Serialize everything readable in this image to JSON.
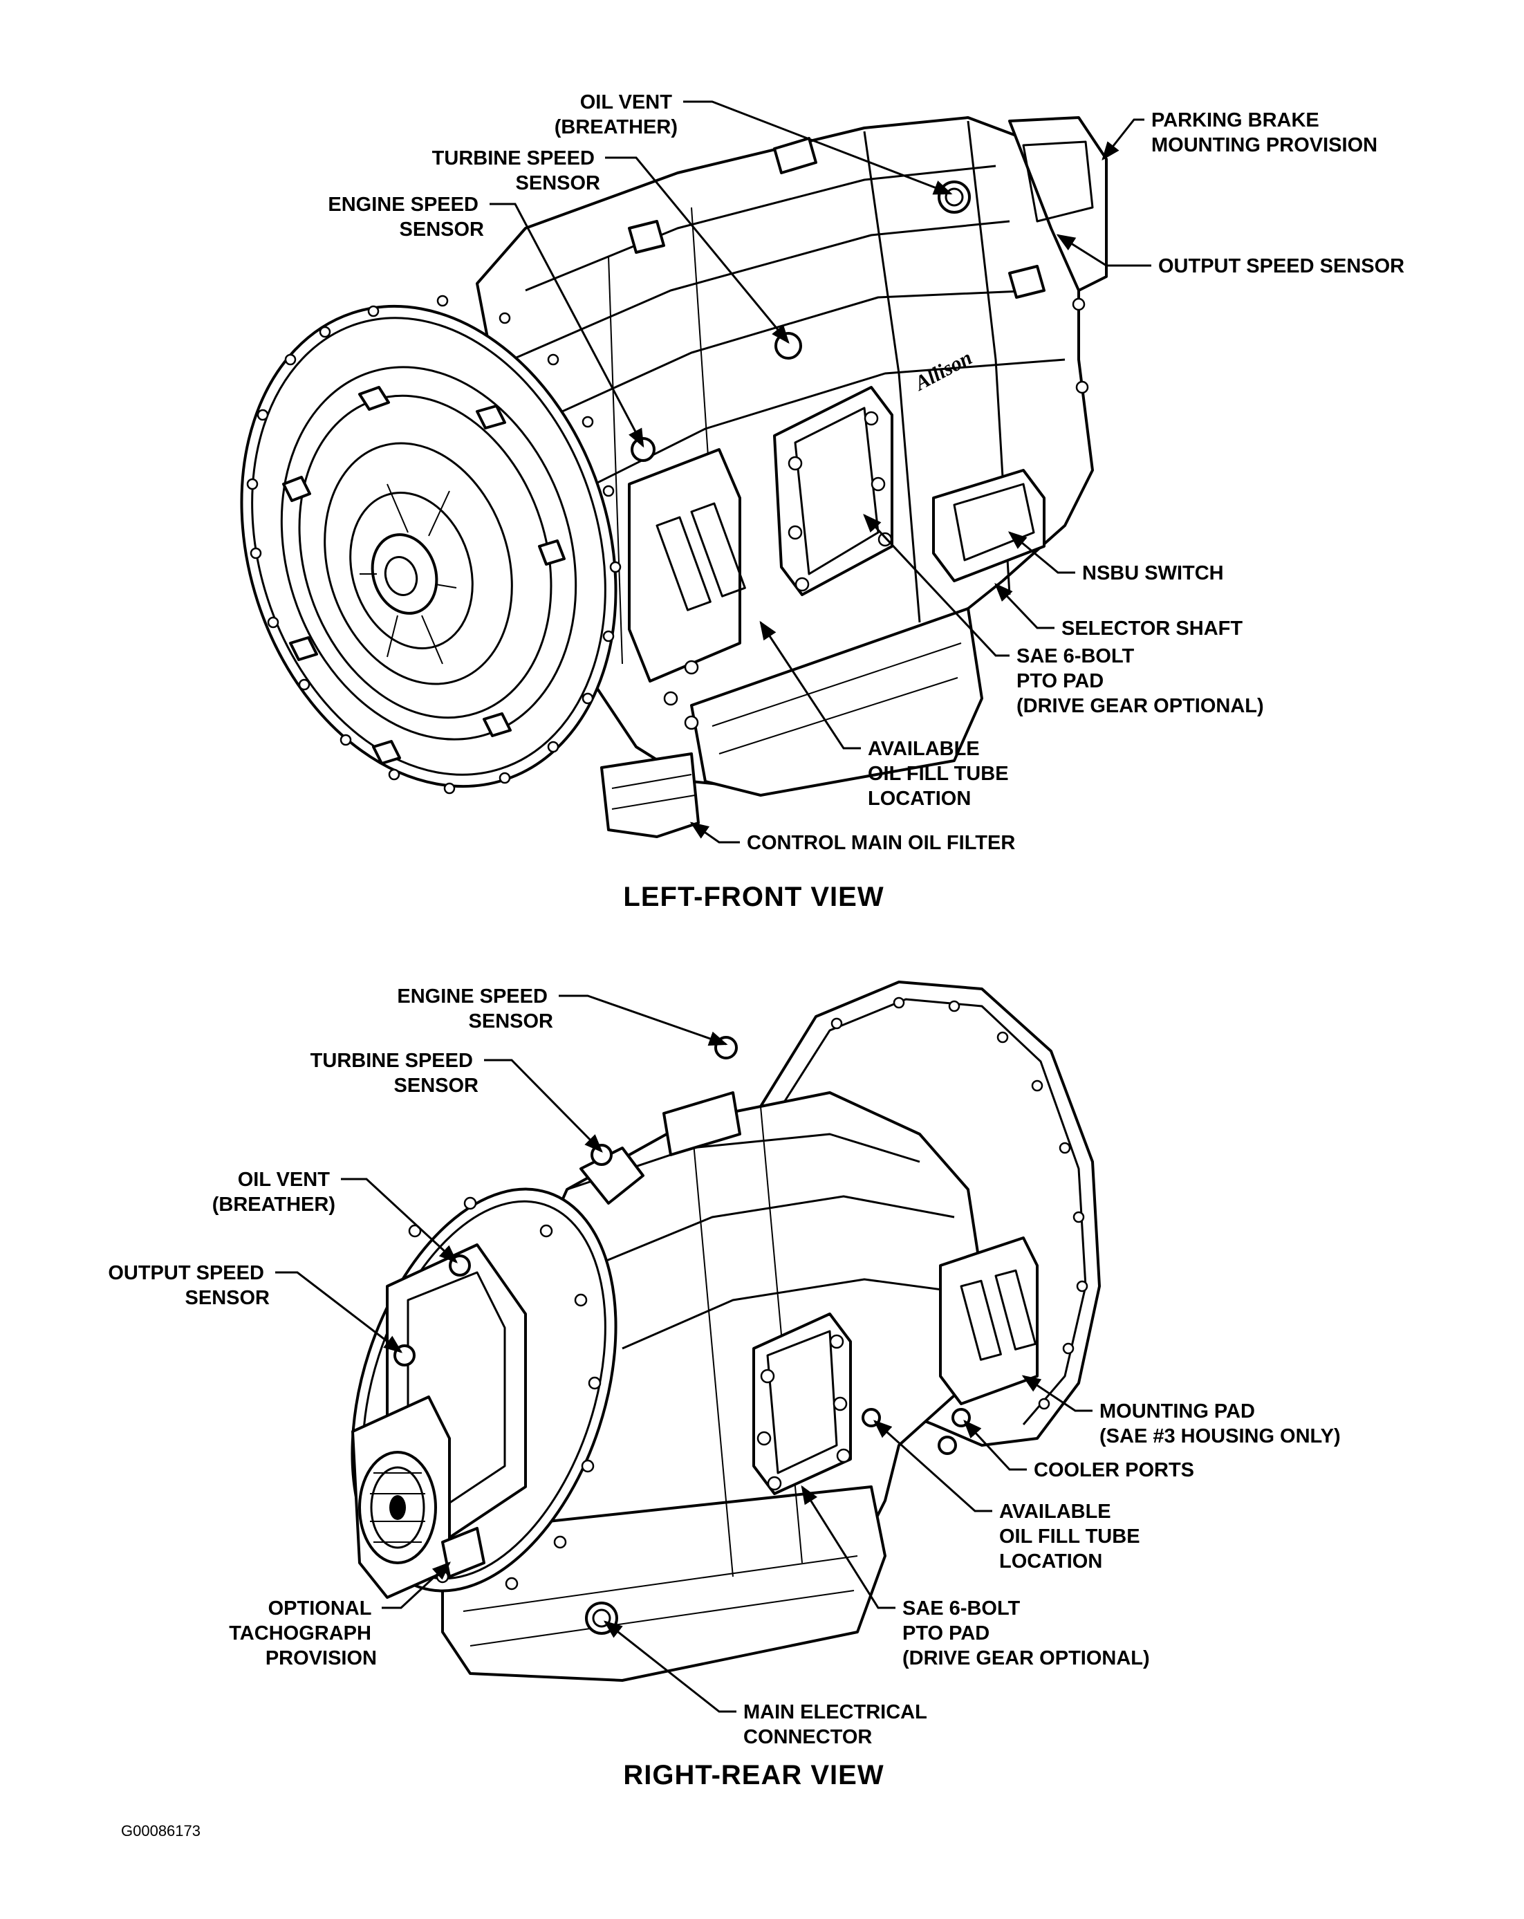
{
  "views": {
    "left_front": {
      "title": "LEFT-FRONT VIEW",
      "brand_mark": "Allison",
      "labels": {
        "oil_vent": [
          "OIL VENT",
          "(BREATHER)"
        ],
        "turbine_speed_sensor": [
          "TURBINE SPEED",
          "SENSOR"
        ],
        "engine_speed_sensor": [
          "ENGINE SPEED",
          "SENSOR"
        ],
        "parking_brake": [
          "PARKING BRAKE",
          "MOUNTING PROVISION"
        ],
        "output_speed_sensor": [
          "OUTPUT SPEED SENSOR"
        ],
        "nsbu_switch": [
          "NSBU SWITCH"
        ],
        "selector_shaft": [
          "SELECTOR SHAFT"
        ],
        "pto_pad": [
          "SAE 6-BOLT",
          "PTO PAD",
          "(DRIVE GEAR OPTIONAL)"
        ],
        "oil_fill_tube": [
          "AVAILABLE",
          "OIL FILL TUBE",
          "LOCATION"
        ],
        "control_main_oil_filter": [
          "CONTROL MAIN OIL FILTER"
        ]
      }
    },
    "right_rear": {
      "title": "RIGHT-REAR VIEW",
      "labels": {
        "engine_speed_sensor": [
          "ENGINE SPEED",
          "SENSOR"
        ],
        "turbine_speed_sensor": [
          "TURBINE SPEED",
          "SENSOR"
        ],
        "oil_vent": [
          "OIL VENT",
          "(BREATHER)"
        ],
        "output_speed_sensor": [
          "OUTPUT SPEED",
          "SENSOR"
        ],
        "mounting_pad": [
          "MOUNTING PAD",
          "(SAE #3 HOUSING ONLY)"
        ],
        "cooler_ports": [
          "COOLER PORTS"
        ],
        "oil_fill_tube": [
          "AVAILABLE",
          "OIL FILL TUBE",
          "LOCATION"
        ],
        "pto_pad": [
          "SAE 6-BOLT",
          "PTO PAD",
          "(DRIVE GEAR OPTIONAL)"
        ],
        "tachograph": [
          "OPTIONAL",
          "TACHOGRAPH",
          "PROVISION"
        ],
        "main_electrical_connector": [
          "MAIN ELECTRICAL",
          "CONNECTOR"
        ]
      }
    }
  },
  "figure_id": "G00086173"
}
